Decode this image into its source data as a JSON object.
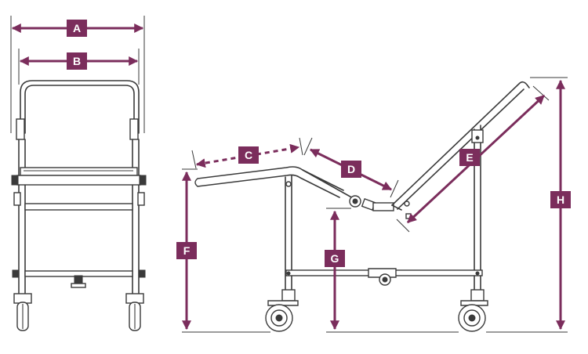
{
  "colors": {
    "accent": "#7b2d5c",
    "line": "#3a3a3a",
    "background": "#ffffff"
  },
  "labels": {
    "A": "A",
    "B": "B",
    "C": "C",
    "D": "D",
    "E": "E",
    "F": "F",
    "G": "G",
    "H": "H"
  }
}
